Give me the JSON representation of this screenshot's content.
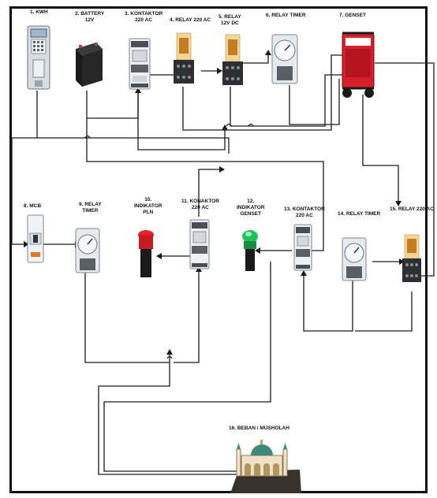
{
  "colors": {
    "wire": "#1a1a1a",
    "genset_red": "#d8202a",
    "indicator_red": "#e8262a",
    "indicator_green": "#1fc25a",
    "module": "#eef0f2"
  },
  "labels": {
    "kwh": "1. KWH",
    "battery": "2. BATTERY\n12V",
    "kontaktor3": "3. KONTAKTOR\n220 AC",
    "relay4": "4. RELAY 220 AC",
    "relay5": "5. RELAY\n12V DC",
    "timer6": "6. RELAY TIMER",
    "genset": "7. GENSET",
    "mcb": "8. MCB",
    "timer9": "9. RELAY\nTIMER",
    "ind10": "10.\nINDIKATOR\nPLN",
    "kontaktor11": "11. KONAKTOR\n220 AC",
    "ind12": "12.\nINDIKATOR\nGENSET",
    "kontaktor13": "13. KONTAKTOR\n220 AC",
    "timer14": "14. RELAY TIMER",
    "relay15": "15. RELAY 220 AC",
    "load": "16. BEBAN / MUSHOLAH"
  },
  "icons": {
    "kwh": "kwh-meter-icon",
    "battery": "battery-icon",
    "contactor": "contactor-icon",
    "relay": "relay-icon",
    "timer": "timer-relay-icon",
    "genset": "generator-icon",
    "mcb": "mcb-icon",
    "indicator": "indicator-lamp-icon",
    "load": "mosque-icon"
  }
}
